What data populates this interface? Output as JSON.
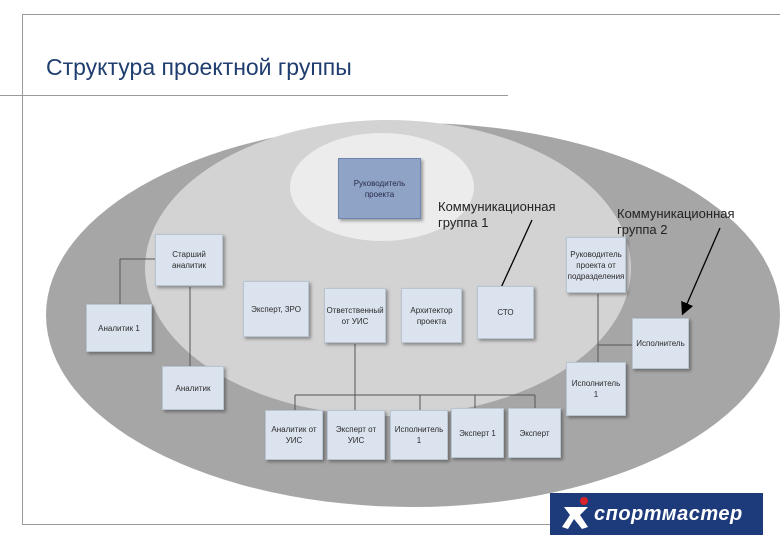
{
  "slide": {
    "title": "Структура проектной группы"
  },
  "boxes": {
    "project_manager": "Руководитель проекта",
    "senior_analyst": "Старший аналитик",
    "analyst_1": "Аналитик 1",
    "analyst": "Аналитик",
    "expert_zro": "Эксперт, ЗРО",
    "responsible_uis": "Ответственный от УИС",
    "project_architect": "Архитектор проекта",
    "cto": "СТО",
    "dept_project_manager": "Руководитель проекта от подразделения",
    "executor_main": "Исполнитель",
    "executor_1_right": "Исполнитель 1",
    "analyst_uis": "Аналитик от УИС",
    "expert_uis": "Эксперт от УИС",
    "executor_1_bottom": "Исполнитель 1",
    "expert_1": "Эксперт 1",
    "expert_bottom": "Эксперт"
  },
  "callouts": {
    "group_1": [
      "Коммуникационная",
      "группа 1"
    ],
    "group_2": [
      "Коммуникационная",
      "группа 2"
    ]
  },
  "logo": {
    "text": "спортмастер"
  },
  "colors": {
    "outer_ellipse": "#a6a6a6",
    "middle_ellipse": "#d3d3d3",
    "inner_ellipse": "#ececec",
    "box_fill": "#dbe3ee",
    "box_dark_fill": "#8ea3c6",
    "title": "#1f3d6e",
    "logo_bg": "#1d3a7a",
    "logo_accent": "#d8232a"
  }
}
